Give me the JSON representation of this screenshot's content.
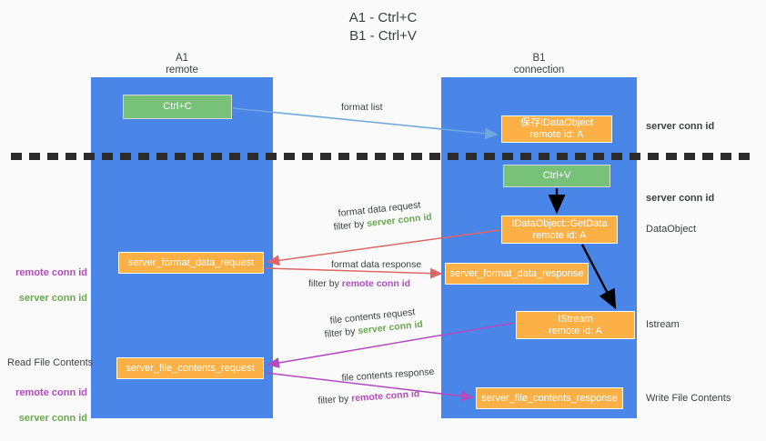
{
  "title": "A1 - Ctrl+C\nB1 - Ctrl+V",
  "colors": {
    "lane": "#4a86e8",
    "green_box": "#77c179",
    "orange_box": "#fcb045",
    "server_conn_id": "#6aa84f",
    "remote_conn_id": "#b44ac0",
    "arrow_blue": "#6fa8dc",
    "arrow_red": "#e06666",
    "arrow_purple": "#b44ac0",
    "arrow_black": "#000000",
    "background": "#fafafa"
  },
  "lanes": {
    "a1": {
      "title": "A1\nremote"
    },
    "b1": {
      "title": "B1\nconnection"
    }
  },
  "boxes": {
    "ctrl_c": {
      "label": "Ctrl+C",
      "kind": "green"
    },
    "save_idataobject": {
      "label": "保存IDataObject\nremote id: A",
      "kind": "orange"
    },
    "ctrl_v": {
      "label": "Ctrl+V",
      "kind": "green"
    },
    "get_data": {
      "label": "IDataObject::GetData\nremote id: A",
      "kind": "orange"
    },
    "server_format_data_request": {
      "label": "server_format_data_request",
      "kind": "orange"
    },
    "server_format_data_response": {
      "label": "server_format_data_response",
      "kind": "orange"
    },
    "istream": {
      "label": "IStream\nremote id: A",
      "kind": "orange"
    },
    "server_file_contents_request": {
      "label": "server_file_contents_request",
      "kind": "orange"
    },
    "server_file_contents_response": {
      "label": "server_file_contents_response",
      "kind": "orange"
    }
  },
  "edges": {
    "format_list": {
      "label": "format list"
    },
    "format_data_request": {
      "line1": "format data request",
      "line2_prefix": "filter by ",
      "line2_value": "server conn id"
    },
    "format_data_response": {
      "line1": "format data response",
      "line2_prefix": "filter by ",
      "line2_value": "remote conn id"
    },
    "file_contents_request": {
      "line1": "file contents request",
      "line2_prefix": "filter by ",
      "line2_value": "server conn id"
    },
    "file_contents_response": {
      "line1": "file contents response",
      "line2_prefix": "filter by ",
      "line2_value": "remote conn id"
    }
  },
  "annotations": {
    "right": {
      "server_conn_id_top": "server conn id",
      "server_conn_id_mid": "server conn id",
      "data_object": "DataObject",
      "istream": "Istream",
      "write_file_contents": "Write File Contents"
    },
    "left": {
      "remote_conn_id_1": "remote conn id",
      "server_conn_id_1": "server conn id",
      "read_file_contents": "Read File Contents",
      "remote_conn_id_2": "remote conn id",
      "server_conn_id_2": "server conn id"
    }
  }
}
